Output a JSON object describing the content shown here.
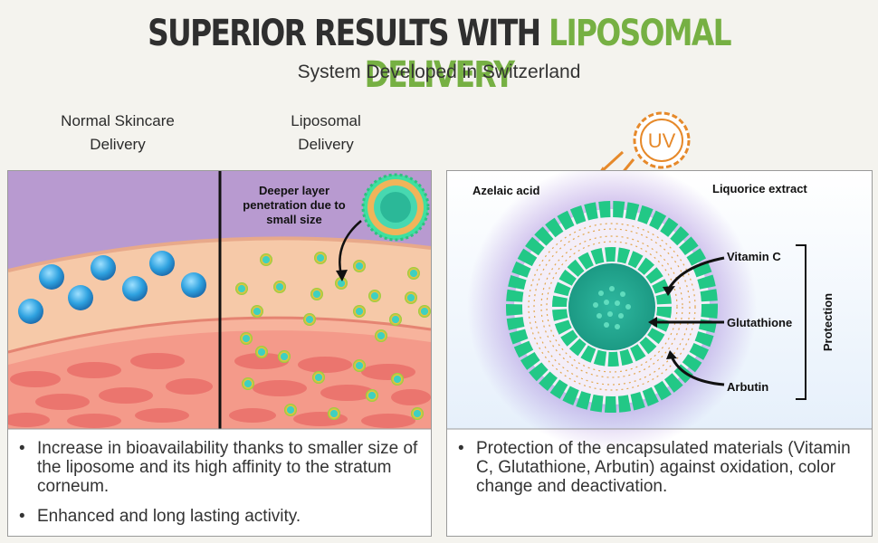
{
  "header": {
    "title_part1": "SUPERIOR RESULTS WITH ",
    "title_part2": "LIPOSOMAL DELIVERY",
    "subtitle": "System Developed in Switzerland"
  },
  "left_panel": {
    "label_normal_line1": "Normal Skincare",
    "label_normal_line2": "Delivery",
    "label_lipo_line1": "Liposomal",
    "label_lipo_line2": "Delivery",
    "callout_line1": "Deeper layer",
    "callout_line2": "penetration due to",
    "callout_line3": "small size",
    "bullet_1": "Increase in bioavailability thanks to smaller size of the liposome and its high affinity to the stratum corneum.",
    "bullet_2": "Enhanced and long lasting activity."
  },
  "right_panel": {
    "uv_label": "UV",
    "azelaic": "Azelaic acid",
    "liquorice": "Liquorice extract",
    "vitamin_c": "Vitamin C",
    "glutathione": "Glutathione",
    "arbutin": "Arbutin",
    "protection": "Protection",
    "bullet_1": "Protection of the encapsulated materials (Vitamin C, Glutathione, Arbutin) against oxidation, color change and deactivation."
  },
  "colors": {
    "title_dark": "#2f2f2f",
    "title_green": "#76b043",
    "skin_top": "#f6c9a8",
    "dermis": "#f49a8a",
    "purple_bg": "#b89ad0",
    "liposome_green": "#3fe0a0",
    "uv_orange": "#e6892a",
    "drop_blue": "#3aa6e0"
  }
}
